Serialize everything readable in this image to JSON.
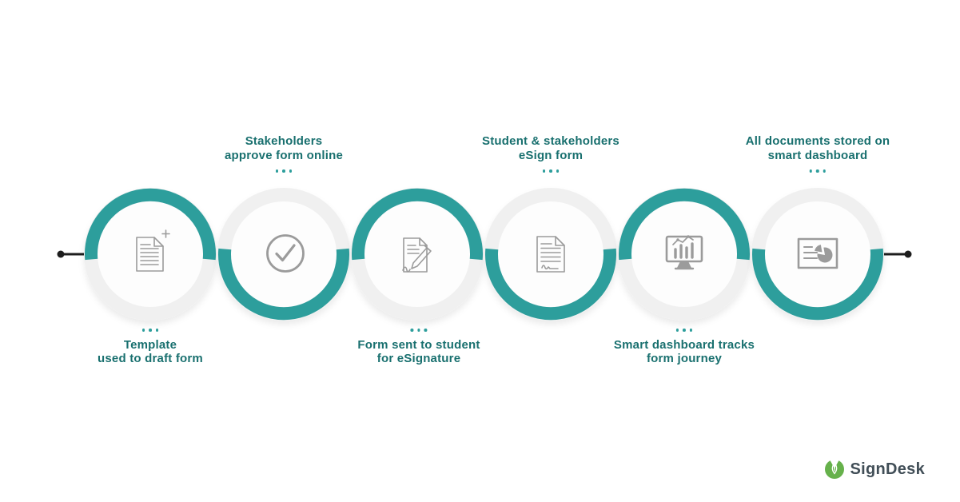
{
  "diagram": {
    "type": "process-flow-infographic",
    "step_count": 6
  },
  "steps": [
    {
      "id": 1,
      "line1": "Template",
      "line2": "used to draft form",
      "label_position": "bottom",
      "icon": "document-add-icon",
      "arc_half": "top"
    },
    {
      "id": 2,
      "line1": "Stakeholders",
      "line2": "approve form online",
      "label_position": "top",
      "icon": "check-circle-icon",
      "arc_half": "bottom"
    },
    {
      "id": 3,
      "line1": "Form sent to student",
      "line2": "for eSignature",
      "label_position": "bottom",
      "icon": "document-sign-pencil-icon",
      "arc_half": "top"
    },
    {
      "id": 4,
      "line1": "Student & stakeholders",
      "line2": "eSign form",
      "label_position": "top",
      "icon": "document-signed-icon",
      "arc_half": "bottom"
    },
    {
      "id": 5,
      "line1": "Smart dashboard tracks",
      "line2": "form journey",
      "label_position": "bottom",
      "icon": "monitor-analytics-icon",
      "arc_half": "top"
    },
    {
      "id": 6,
      "line1": "All documents stored on",
      "line2": "smart dashboard",
      "label_position": "top",
      "icon": "dashboard-pie-icon",
      "arc_half": "bottom"
    }
  ],
  "colors": {
    "arc_teal": "#2d9e9c",
    "label_teal": "#19706f",
    "icon_gray": "#9b9b9b",
    "connector_black": "#1d1d1d",
    "logo_green": "#66b14b",
    "logo_text": "#414e57"
  },
  "logo": {
    "text": "SignDesk",
    "icon": "signdesk-pen-nib-icon"
  }
}
